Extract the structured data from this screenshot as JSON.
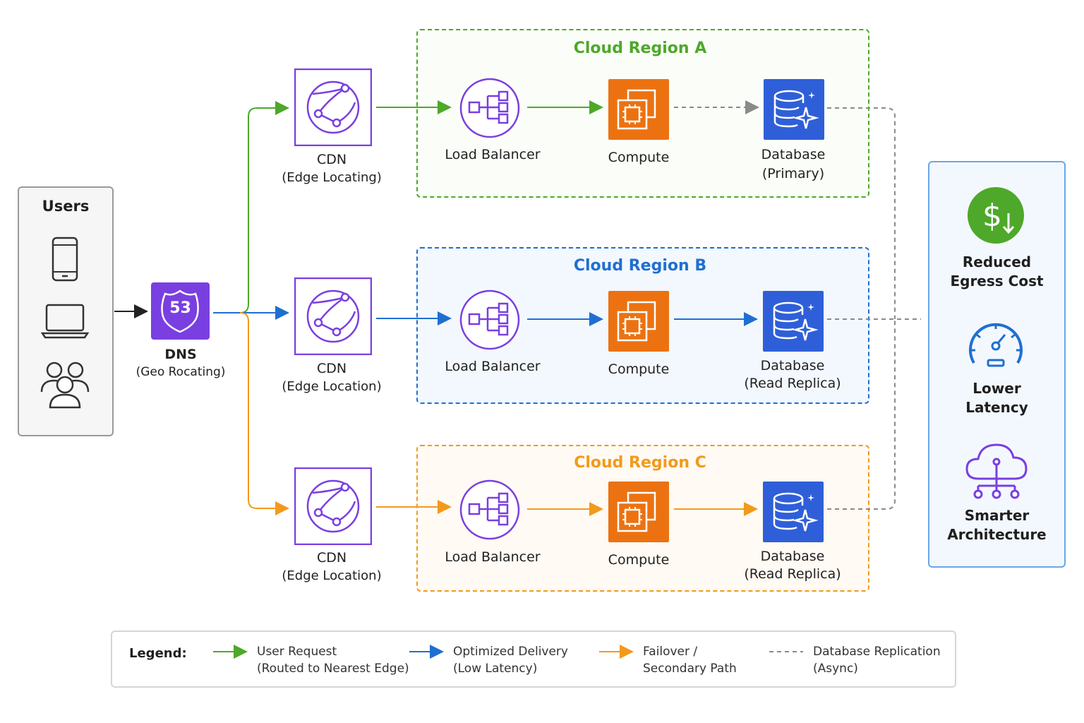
{
  "users": {
    "title": "Users"
  },
  "dns": {
    "badge": "53",
    "name": "DNS",
    "sub": "(Geo Rocating)"
  },
  "regions": [
    {
      "title": "Cloud Region A",
      "color": "#4ea82a",
      "cdn": [
        "CDN",
        "(Edge Locating)"
      ],
      "lb": "Load Balancer",
      "compute": "Compute",
      "db": [
        "Database",
        "(Primary)"
      ]
    },
    {
      "title": "Cloud Region B",
      "color": "#1f6fd1",
      "cdn": [
        "CDN",
        "(Edge Location)"
      ],
      "lb": "Load Balancer",
      "compute": "Compute",
      "db": [
        "Database",
        "(Read Replica)"
      ]
    },
    {
      "title": "Cloud Region C",
      "color": "#f29a1c",
      "cdn": [
        "CDN",
        "(Edge Location)"
      ],
      "lb": "Load Balancer",
      "compute": "Compute",
      "db": [
        "Database",
        "(Read Replica)"
      ]
    }
  ],
  "benefits": [
    {
      "line1": "Reduced",
      "line2": "Egress Cost",
      "icon": "dollar-down-icon"
    },
    {
      "line1": "Lower",
      "line2": "Latency",
      "icon": "speedometer-icon"
    },
    {
      "line1": "Smarter",
      "line2": "Architecture",
      "icon": "cloud-network-icon"
    }
  ],
  "legend": {
    "title": "Legend:",
    "items": [
      {
        "line1": "User Request",
        "line2": "(Routed to Nearest Edge)",
        "color": "#4ea82a",
        "style": "solid"
      },
      {
        "line1": "Optimized Delivery",
        "line2": "(Low Latency)",
        "color": "#1f6fd1",
        "style": "solid"
      },
      {
        "line1": "Failover /",
        "line2": "Secondary Path",
        "color": "#f29a1c",
        "style": "solid"
      },
      {
        "line1": "Database Replication",
        "line2": "(Async)",
        "color": "#8a8a8a",
        "style": "dashed"
      }
    ]
  },
  "colors": {
    "purple": "#7a3fe0",
    "orange": "#ec7211",
    "blue_db": "#2f5fd8",
    "green": "#4ea82a",
    "blue": "#1f6fd1",
    "amber": "#f29a1c",
    "gray": "#8a8a8a"
  }
}
